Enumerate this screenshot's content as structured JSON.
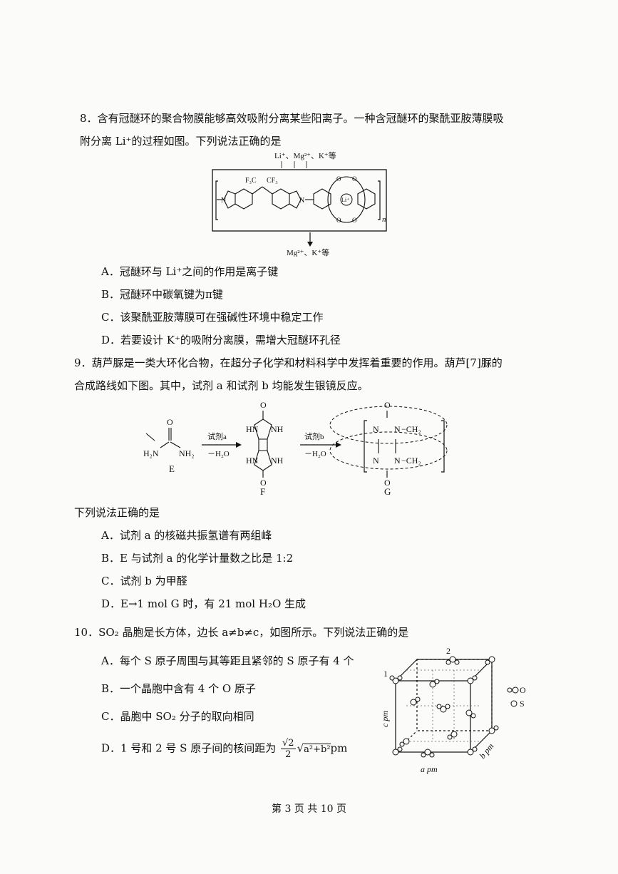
{
  "q8": {
    "stem_line1": "8．含有冠醚环的聚合物膜能够高效吸附分离某些阳离子。一种含冠醚环的聚酰亚胺薄膜吸",
    "stem_line2": "附分离 Li⁺的过程如图。下列说法正确的是",
    "fig_top_label": "Li⁺、Mg²⁺、K⁺等",
    "fig_bottom_label": "Mg²⁺、K⁺等",
    "fig_cf3_left": "F₃C",
    "fig_cf3_right": "CF₃",
    "fig_li": "Li⁺",
    "fig_n": "n",
    "options": [
      "A．冠醚环与 Li⁺之间的作用是离子键",
      "B．冠醚环中碳氧键为π键",
      "C．该聚酰亚胺薄膜可在强碱性环境中稳定工作",
      "D．若要设计 K⁺的吸附分离膜，需增大冠醚环孔径"
    ]
  },
  "q9": {
    "stem_line1": "9．葫芦脲是一类大环化合物，在超分子化学和材料科学中发挥着重要的作用。葫芦[7]脲的",
    "stem_line2": "合成路线如下图。其中，试剂 a 和试剂 b 均能发生银镜反应。",
    "reagent_a": "试剂a",
    "reagent_b": "试剂b",
    "minus_h2o": "－H₂O",
    "label_e": "E",
    "label_f": "F",
    "label_g": "G",
    "question": "下列说法正确的是",
    "options": [
      "A．试剂 a 的核磁共振氢谱有两组峰",
      "B．E 与试剂 a 的化学计量数之比是 1:2",
      "C．试剂 b 为甲醛",
      "D．E→1 mol G 时，有 21 mol H₂O 生成"
    ]
  },
  "q10": {
    "stem": "10．SO₂ 晶胞是长方体，边长 a≠b≠c，如图所示。下列说法正确的是",
    "options": [
      "A．每个 S 原子周围与其等距且紧邻的 S 原子有 4 个",
      "B．一个晶胞中含有 4 个 O 原子",
      "C．晶胞中 SO₂ 分子的取向相同"
    ],
    "option_d_prefix": "D．1 号和 2 号 S 原子间的核间距为",
    "option_d_frac_num": "√2",
    "option_d_frac_den": "2",
    "option_d_sqrt": "a²+b²",
    "option_d_unit": "pm",
    "legend_o": "O",
    "legend_s": "S",
    "label_a": "a pm",
    "label_b": "b pm",
    "label_c": "c pm",
    "num_1": "1",
    "num_2": "2"
  },
  "footer": "第 3 页 共 10 页"
}
